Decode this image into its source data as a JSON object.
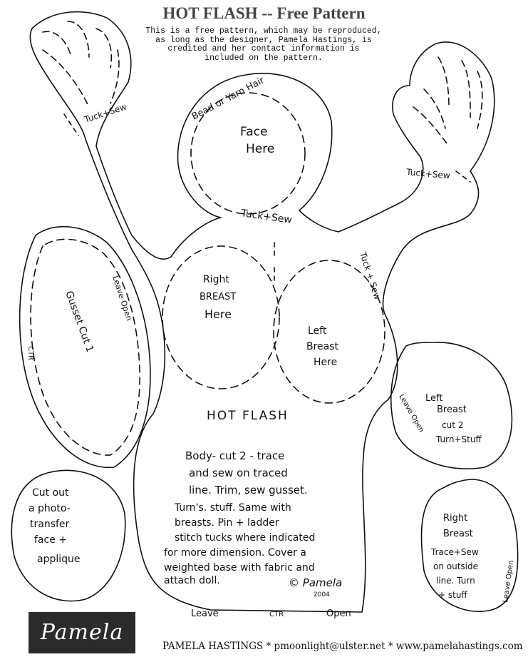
{
  "header": {
    "title": "HOT FLASH -- Free Pattern",
    "notice_lines": [
      "This is a free pattern, which may be reproduced,",
      "as long as the designer, Pamela Hastings, is",
      "credited and her contact information is",
      "included on the pattern."
    ]
  },
  "pattern_labels": {
    "bead_hair": "Bead or Yarn Hair",
    "face": [
      "Face",
      "Here"
    ],
    "tuck_sew": "Tuck+Sew",
    "tuck_sew_neck": "Tuck+Sew",
    "tuck_sew_side": "Tuck + Sew",
    "right_breast_body": [
      "Right",
      "BREAST",
      "Here"
    ],
    "left_breast_body": [
      "Left",
      "Breast",
      "Here"
    ],
    "doll_name": "HOT FLASH",
    "gusset_label": "Gusset  Cut  1",
    "leave_open_gusset": "Leave Open",
    "ctr_gusset": "CTR",
    "instructions": [
      "Body- cut 2 - trace",
      "and sew on traced",
      "line. Trim, sew gusset.",
      "Turn's. stuff. Same with",
      "breasts. Pin + ladder",
      "stitch tucks where indicated",
      "for more dimension. Cover a",
      "weighted base with fabric and",
      "attach doll."
    ],
    "signature": "© Pamela",
    "signature_year": "2004",
    "leave_bottom": "Leave",
    "ctr_bottom": "CTR",
    "open_bottom": "Open",
    "face_piece": [
      "Cut out",
      "a photo-",
      "transfer",
      "face +",
      "applique"
    ],
    "left_breast_piece": [
      "Left",
      "Breast",
      "cut 2",
      "Turn+Stuff"
    ],
    "leave_open_left": "Leave Open",
    "right_breast_piece": [
      "Right",
      "Breast",
      "Trace+Sew",
      "on outside",
      "line. Turn",
      "+ stuff"
    ],
    "leave_open_right": "Leave Open"
  },
  "footer": {
    "logo": "Pamela",
    "contact": "PAMELA HASTINGS * pmoonlight@ulster.net * www.pamelahastings.com"
  }
}
